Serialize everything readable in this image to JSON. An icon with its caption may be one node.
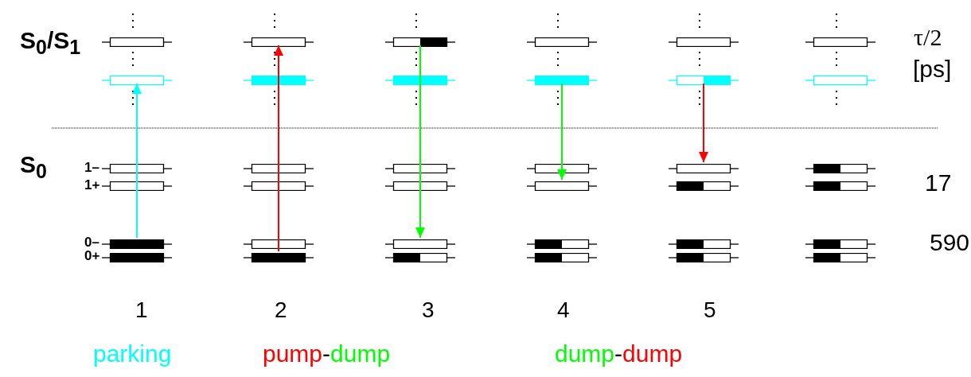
{
  "diagram": {
    "nodes": [
      {
        "text": [],
        "shape": "bar"
      },
      {
        "text": [],
        "shape": "bar"
      },
      {
        "text": [],
        "shape": "bar"
      },
      {
        "text": [],
        "shape": "bar"
      },
      {
        "text": [],
        "shape": "bar"
      },
      {
        "text": [],
        "shape": "bar"
      },
      {
        "text": [],
        "shape": "bar"
      },
      {
        "text": [],
        "shape": "bar"
      },
      {
        "text": [],
        "shape": "bar"
      },
      {
        "text": [],
        "shape": "bar"
      },
      {
        "text": [],
        "shape": "bar"
      },
      {
        "text": [],
        "shape": "bar"
      },
      {
        "text": [],
        "shape": "bar"
      },
      {
        "text": [],
        "shape": "bar"
      },
      {
        "text": [],
        "shape": "bar"
      },
      {
        "text": [],
        "shape": "bar"
      },
      {
        "text": [],
        "shape": "bar"
      },
      {
        "text": [],
        "shape": "bar"
      },
      {
        "text": [],
        "shape": "bar"
      },
      {
        "text": [],
        "shape": "bar"
      },
      {
        "text": [],
        "shape": "bar"
      },
      {
        "text": [],
        "shape": "bar"
      },
      {
        "text": [],
        "shape": "bar"
      },
      {
        "text": [],
        "shape": "bar"
      },
      {
        "text": [],
        "shape": "bar"
      },
      {
        "text": [],
        "shape": "bar"
      },
      {
        "text": [],
        "shape": "bar"
      },
      {
        "text": [],
        "shape": "bar"
      },
      {
        "text": [],
        "shape": "bar"
      },
      {
        "text": [],
        "shape": "bar"
      },
      {
        "text": [],
        "shape": "bar"
      },
      {
        "text": [],
        "shape": "bar"
      },
      {
        "text": [],
        "shape": "bar"
      },
      {
        "text": [],
        "shape": "bar"
      },
      {
        "text": [],
        "shape": "bar"
      },
      {
        "text": [],
        "shape": "bar"
      }
    ],
    "edges": [
      {
        "from": 24,
        "to": 6,
        "arrow": "to",
        "color": "#00ffff"
      },
      {
        "from": 31,
        "to": 1,
        "arrow": "to",
        "color": "#ff0000"
      },
      {
        "from": 2,
        "to": 26,
        "arrow": "to",
        "color": "#00ff00"
      },
      {
        "from": 9,
        "to": 21,
        "arrow": "to",
        "color": "#00ff00"
      },
      {
        "from": 10,
        "to": 16,
        "arrow": "to",
        "color": "#ff0000"
      }
    ],
    "labels": [
      "S$_{0}$/S$_{1}$",
      "τ/2",
      "[ps]",
      "S$_{0}$",
      "1–",
      "1+",
      "17",
      "0–",
      "0+",
      "590",
      "1",
      "2",
      "3",
      "4",
      "5",
      "parking",
      "pump-dump",
      "dump-dump"
    ]
  }
}
